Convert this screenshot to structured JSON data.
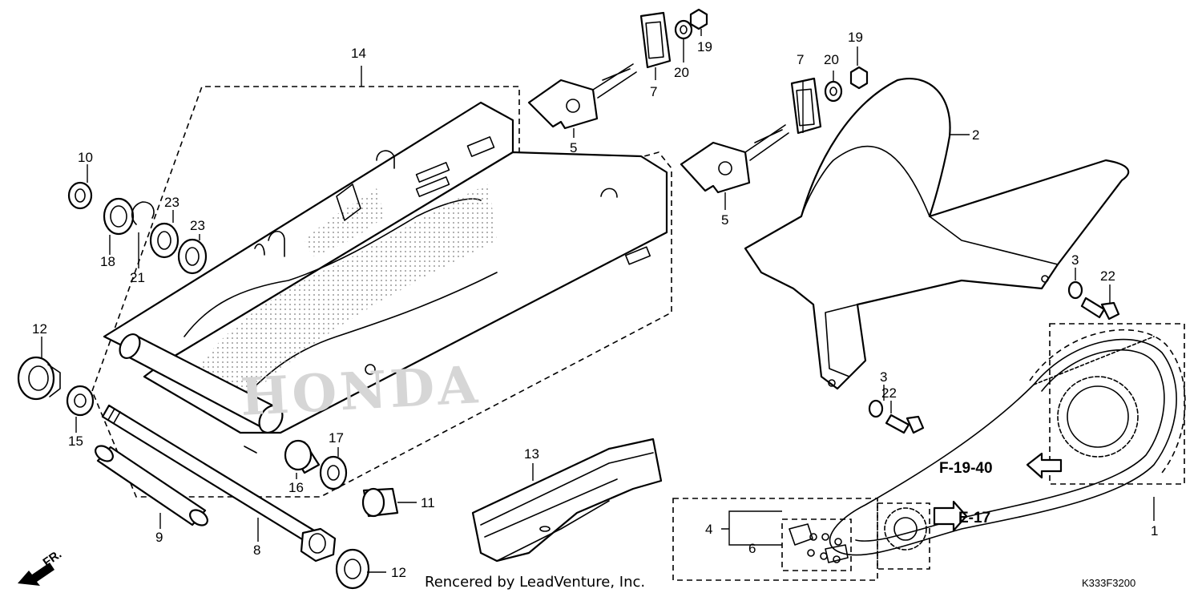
{
  "watermark": "HONDA",
  "callouts": {
    "c1": "1",
    "c2": "2",
    "c3a": "3",
    "c3b": "3",
    "c4": "4",
    "c5a": "5",
    "c5b": "5",
    "c6": "6",
    "c7a": "7",
    "c7b": "7",
    "c8": "8",
    "c9": "9",
    "c10": "10",
    "c11": "11",
    "c12a": "12",
    "c12b": "12",
    "c13": "13",
    "c14": "14",
    "c15": "15",
    "c16": "16",
    "c17": "17",
    "c18": "18",
    "c19a": "19",
    "c19b": "19",
    "c20a": "20",
    "c20b": "20",
    "c21": "21",
    "c22a": "22",
    "c22b": "22",
    "c23a": "23",
    "c23b": "23"
  },
  "references": {
    "r1": "F-19-40",
    "r2": "E-17"
  },
  "direction_label": "FR.",
  "credit": "Rencered by LeadVenture, Inc.",
  "diagram_code": "K333F3200"
}
